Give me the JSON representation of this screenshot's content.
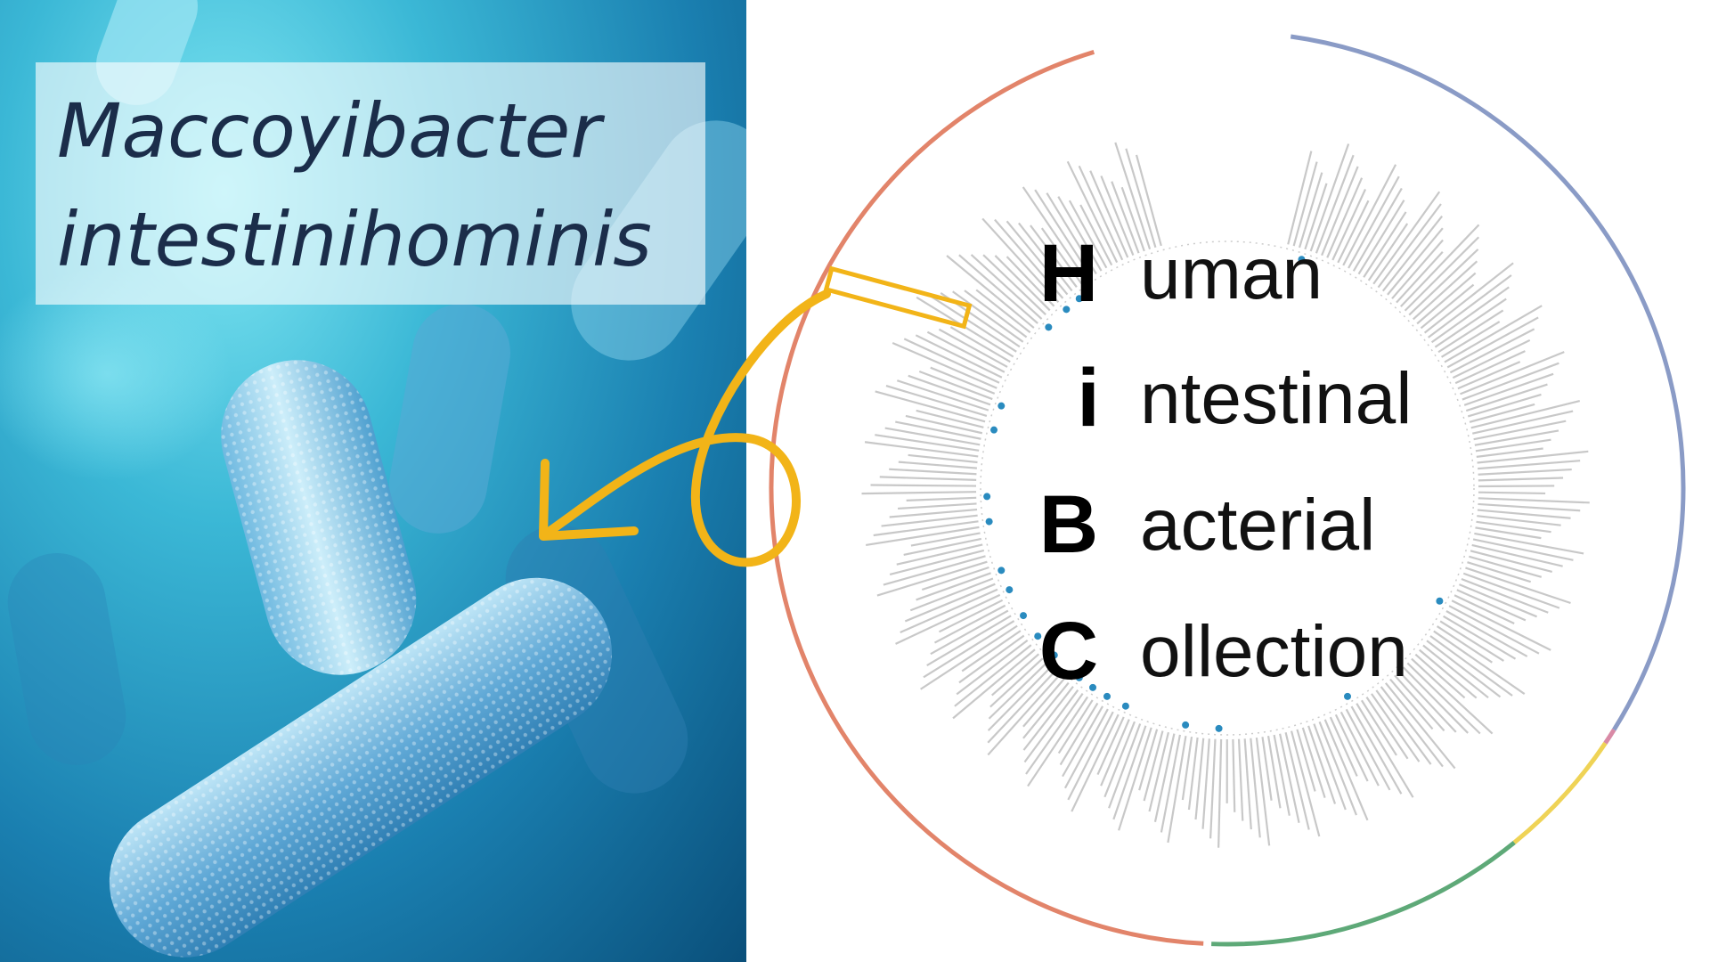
{
  "title": {
    "line1": "Maccoyibacter",
    "line2": "intestinihominis"
  },
  "acronym": [
    {
      "letter": "H",
      "rest": "uman"
    },
    {
      "letter": "i",
      "rest": "ntestinal"
    },
    {
      "letter": "B",
      "rest": "acterial"
    },
    {
      "letter": "C",
      "rest": "ollection"
    }
  ],
  "colors": {
    "accent_arrow": "#f2b418",
    "ring_orange": "#e2846a",
    "ring_blue": "#8a9bc6",
    "ring_yellow": "#efd356",
    "ring_green": "#5ea978",
    "ring_pink": "#d98aa6",
    "dot_blue": "#2a8bbf",
    "title_text": "#1b2d4a"
  },
  "icons": [
    "bacterium-illustration",
    "curved-arrow-icon",
    "phylogenetic-tree"
  ]
}
